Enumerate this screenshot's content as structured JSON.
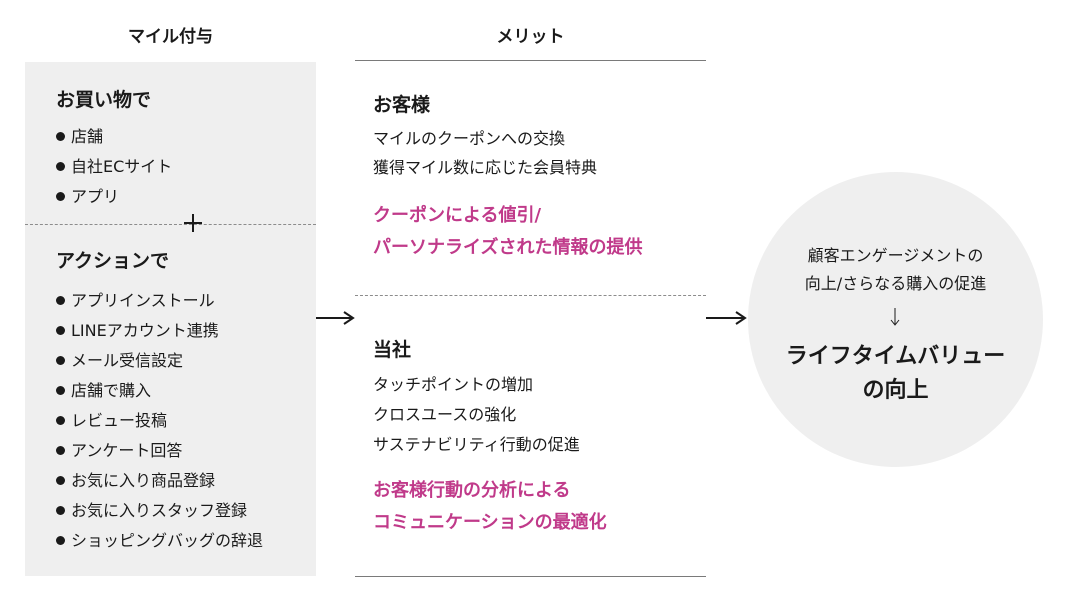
{
  "headers": {
    "left": "マイル付与",
    "middle": "メリット"
  },
  "left_panel": {
    "shopping": {
      "title": "お買い物で",
      "items": [
        "店舗",
        "自社ECサイト",
        "アプリ"
      ]
    },
    "action": {
      "title": "アクションで",
      "items": [
        "アプリインストール",
        "LINEアカウント連携",
        "メール受信設定",
        "店舗で購入",
        "レビュー投稿",
        "アンケート回答",
        "お気に入り商品登録",
        "お気に入りスタッフ登録",
        "ショッピングバッグの辞退"
      ]
    }
  },
  "middle_panel": {
    "customer": {
      "title": "お客様",
      "items": [
        "マイルのクーポンへの交換",
        "獲得マイル数に応じた会員特典"
      ],
      "highlight": [
        "クーポンによる値引/",
        "パーソナライズされた情報の提供"
      ]
    },
    "company": {
      "title": "当社",
      "items": [
        "タッチポイントの増加",
        "クロスユースの強化",
        "サステナビリティ行動の促進"
      ],
      "highlight": [
        "お客様行動の分析による",
        "コミュニケーションの最適化"
      ]
    }
  },
  "outcome": {
    "intermediate": [
      "顧客エンゲージメントの",
      "向上/さらなる購入の促進"
    ],
    "result": [
      "ライフタイムバリュー",
      "の向上"
    ]
  },
  "colors": {
    "highlight": "#c03a8a",
    "panel_bg": "#efefef",
    "text": "#1a1a1a"
  }
}
